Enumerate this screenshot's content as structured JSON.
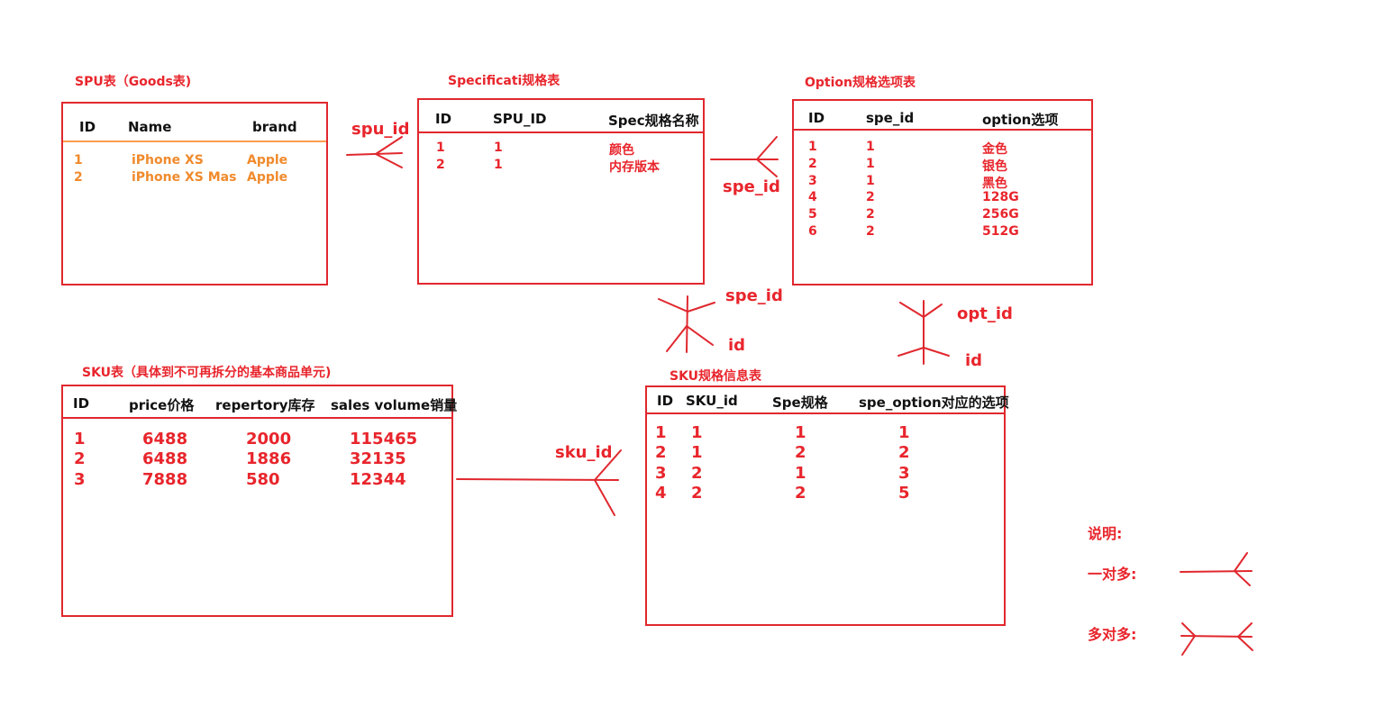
{
  "spu": {
    "title": "SPU表（Goods表)",
    "headers": [
      "ID",
      "Name",
      "brand"
    ],
    "rows": [
      [
        "1",
        "iPhone XS",
        "Apple"
      ],
      [
        "2",
        "iPhone XS Mas",
        "Apple"
      ]
    ]
  },
  "spec": {
    "title": "Specificati规格表",
    "headers": [
      "ID",
      "SPU_ID",
      "Spec规格名称"
    ],
    "rows": [
      [
        "1",
        "1",
        "颜色"
      ],
      [
        "2",
        "1",
        "内存版本"
      ]
    ]
  },
  "option": {
    "title": "Option规格选项表",
    "headers": [
      "ID",
      "spe_id",
      "option选项"
    ],
    "rows": [
      [
        "1",
        "1",
        "金色"
      ],
      [
        "2",
        "1",
        "银色"
      ],
      [
        "3",
        "1",
        "黑色"
      ],
      [
        "4",
        "2",
        "128G"
      ],
      [
        "5",
        "2",
        "256G"
      ],
      [
        "6",
        "2",
        "512G"
      ]
    ]
  },
  "sku": {
    "title": "SKU表（具体到不可再拆分的基本商品单元)",
    "headers": [
      "ID",
      "price价格",
      "repertory库存",
      "sales volume销量"
    ],
    "rows": [
      [
        "1",
        "6488",
        "2000",
        "115465"
      ],
      [
        "2",
        "6488",
        "1886",
        "32135"
      ],
      [
        "3",
        "7888",
        "580",
        "12344"
      ]
    ]
  },
  "skuspec": {
    "title": "SKU规格信息表",
    "headers": [
      "ID",
      "SKU_id",
      "Spe规格",
      "spe_option对应的选项"
    ],
    "rows": [
      [
        "1",
        "1",
        "1",
        "1"
      ],
      [
        "2",
        "1",
        "2",
        "2"
      ],
      [
        "3",
        "2",
        "1",
        "3"
      ],
      [
        "4",
        "2",
        "2",
        "5"
      ]
    ]
  },
  "connectors": {
    "spu_spec": "spu_id",
    "spec_option": "spe_id",
    "spec_skuspec_top": "spe_id",
    "spec_skuspec_bottom": "id",
    "option_skuspec_top": "opt_id",
    "option_skuspec_bottom": "id",
    "sku_skuspec": "sku_id"
  },
  "legend": {
    "title": "说明:",
    "one_to_many": "一对多:",
    "many_to_many": "多对多:"
  },
  "colors": {
    "line": "#e0282e",
    "text": "#e8252c",
    "accent": "#f08a2c"
  }
}
